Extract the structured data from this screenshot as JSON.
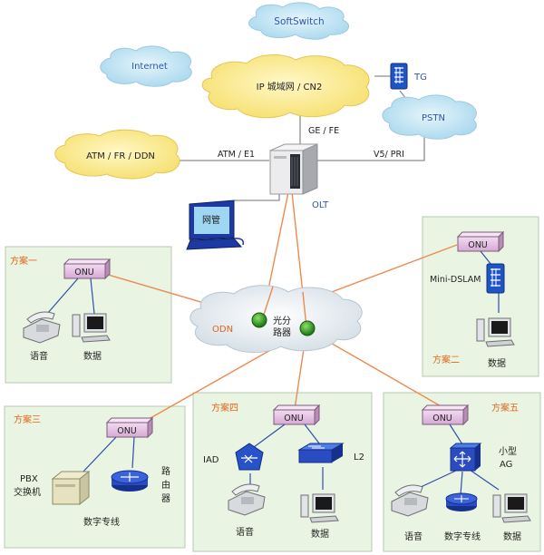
{
  "clouds": {
    "softswitch": "SoftSwitch",
    "internet": "Internet",
    "ip_core": "IP 城域网 / CN2",
    "pstn": "PSTN",
    "atm": "ATM / FR / DDN",
    "odn": "ODN"
  },
  "core": {
    "tg": "TG",
    "ge_fe": "GE / FE",
    "atm_e1": "ATM / E1",
    "v5_pri": "V5/ PRI",
    "olt": "OLT",
    "nms": "网管",
    "splitter_1": "光分",
    "splitter_2": "路器"
  },
  "plans": {
    "p1": {
      "title": "方案一",
      "onu": "ONU",
      "voice": "语音",
      "data": "数据"
    },
    "p2": {
      "title": "方案二",
      "onu": "ONU",
      "dslam": "Mini-DSLAM",
      "data": "数据"
    },
    "p3": {
      "title": "方案三",
      "onu": "ONU",
      "pbx_1": "PBX",
      "pbx_2": "交换机",
      "router_1": "路",
      "router_2": "由",
      "router_3": "器",
      "line": "数字专线"
    },
    "p4": {
      "title": "方案四",
      "onu": "ONU",
      "iad": "IAD",
      "l2": "L2",
      "voice": "语音",
      "data": "数据"
    },
    "p5": {
      "title": "方案五",
      "onu": "ONU",
      "ag_1": "小型",
      "ag_2": "AG",
      "voice": "语音",
      "line": "数字专线",
      "data": "数据"
    }
  },
  "colors": {
    "cloud_blue": "#bfe3f2",
    "cloud_yellow": "#fbeb96",
    "panel_green": "#e9f5e2",
    "onu_pink": "#e7c6e6",
    "fiber_orange": "#ec8a52",
    "label_orange": "#e0661a",
    "label_blue": "#3f5fae"
  }
}
